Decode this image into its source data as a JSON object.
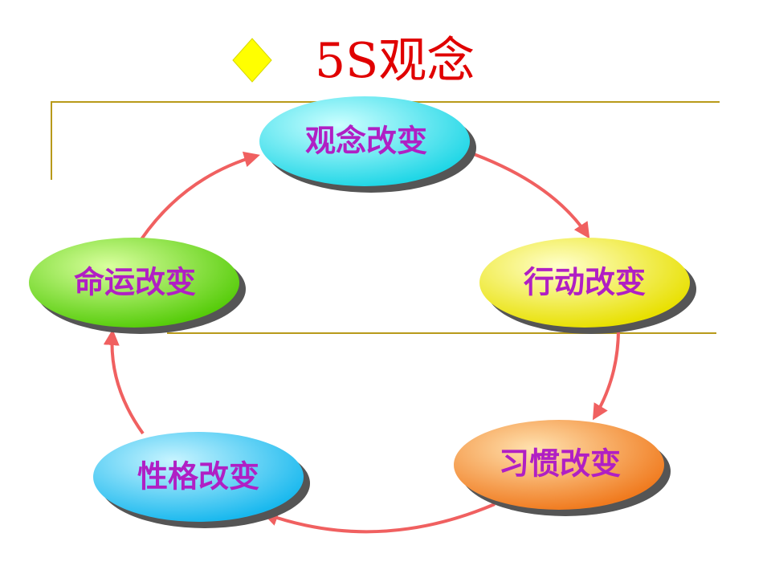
{
  "title": "5S观念",
  "colors": {
    "title": "#e00000",
    "bullet": "#ffff00",
    "rule": "#b89a1a",
    "arrow": "#f06060",
    "label": "#b01fc4"
  },
  "nodes": [
    {
      "id": "concept",
      "label": "观念改变",
      "color_light": "#ccffff",
      "color_dark": "#1fd6e6"
    },
    {
      "id": "action",
      "label": "行动改变",
      "color_light": "#ffffcc",
      "color_dark": "#e8e000"
    },
    {
      "id": "habit",
      "label": "习惯改变",
      "color_light": "#ffe2b0",
      "color_dark": "#f07a1e"
    },
    {
      "id": "character",
      "label": "性格改变",
      "color_light": "#c8f4ff",
      "color_dark": "#18b8ee"
    },
    {
      "id": "destiny",
      "label": "命运改变",
      "color_light": "#d9ff9e",
      "color_dark": "#56cc0a"
    }
  ],
  "cycle_order": [
    "concept",
    "action",
    "habit",
    "character",
    "destiny"
  ]
}
